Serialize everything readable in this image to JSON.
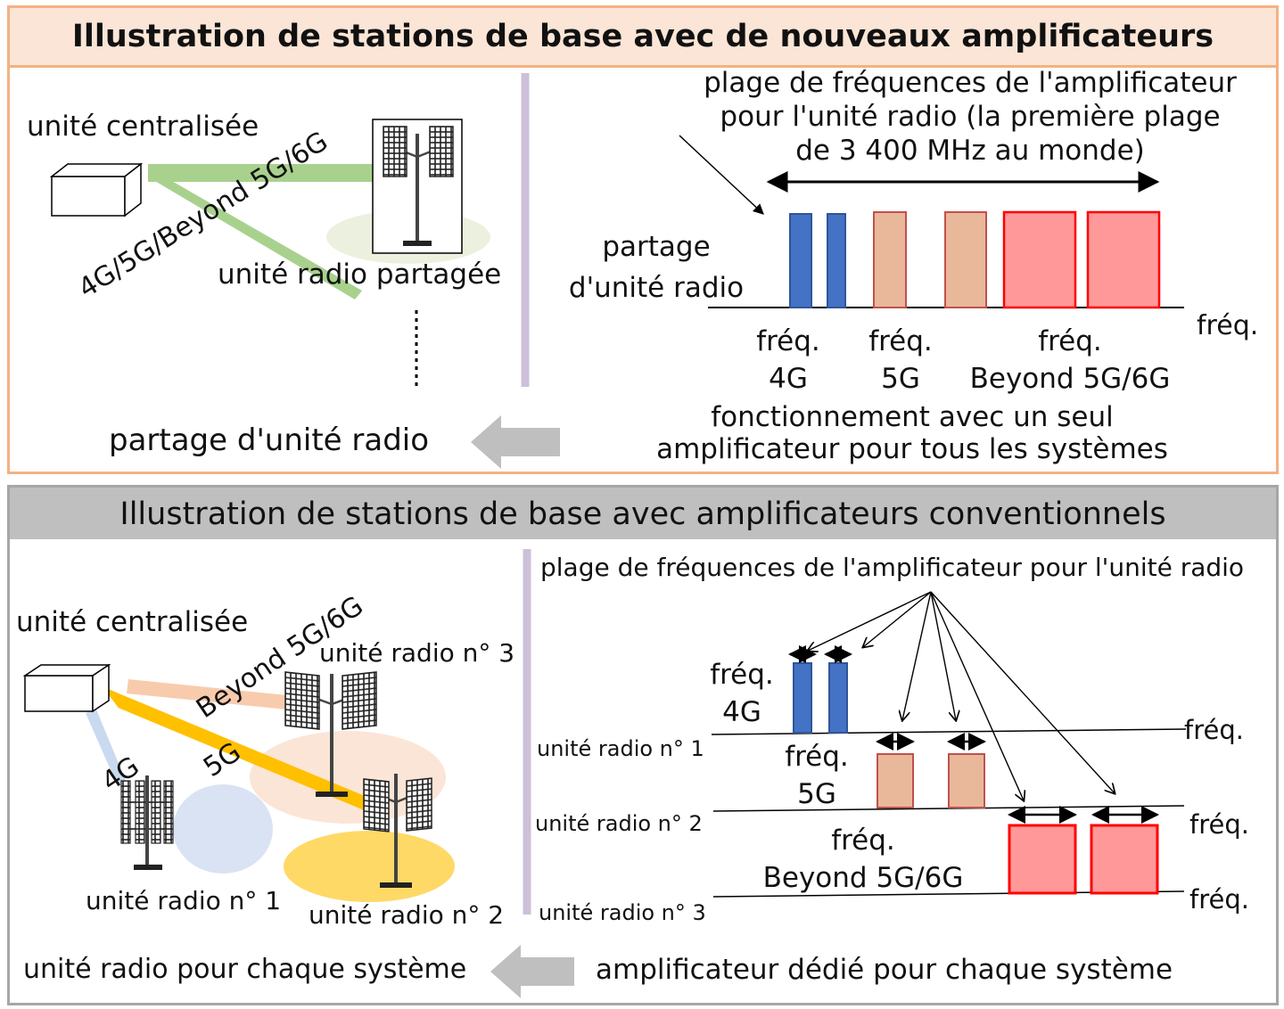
{
  "top": {
    "title": "Illustration de stations de base avec de nouveaux amplificateurs",
    "central_unit": "unité centralisée",
    "link_label": "4G/5G/Beyond 5G/6G",
    "shared_radio_unit": "unité radio partagée",
    "range_caption": [
      "plage de fréquences de l'amplificateur",
      "pour l'unité radio (la première plage",
      "de 3 400 MHz au monde)"
    ],
    "sharing_label": [
      "partage",
      "d'unité radio"
    ],
    "freq_axis": "fréq.",
    "band_4g": [
      "fréq.",
      "4G"
    ],
    "band_5g": [
      "fréq.",
      "5G"
    ],
    "band_b5g": [
      "fréq.",
      "Beyond 5G/6G"
    ],
    "single_amp": [
      "fonctionnement avec un seul",
      "amplificateur pour tous les systèmes"
    ],
    "result": "partage d'unité radio"
  },
  "bottom": {
    "title": "Illustration de stations de base avec amplificateurs conventionnels",
    "central_unit": "unité centralisée",
    "link_b5g": "Beyond 5G/6G",
    "link_5g": "5G",
    "link_4g": "4G",
    "ru3": "unité radio n° 3",
    "ru1": "unité radio n° 1",
    "ru2": "unité radio n° 2",
    "range_caption": "plage de fréquences de l'amplificateur pour l'unité radio",
    "band_4g": [
      "fréq.",
      "4G"
    ],
    "band_5g": [
      "fréq.",
      "5G"
    ],
    "band_b5g": [
      "fréq.",
      "Beyond 5G/6G"
    ],
    "row1": "unité radio n° 1",
    "row2": "unité radio n° 2",
    "row3": "unité radio n° 3",
    "freq_axis": "fréq.",
    "result_left": "unité radio pour chaque système",
    "result_right": "amplificateur dédié pour chaque système"
  },
  "colors": {
    "band_4g_fill": "#4472c4",
    "band_4g_stroke": "#2f5597",
    "band_5g_fill": "#e9b89a",
    "band_5g_stroke": "#c0504d",
    "band_b5g_fill": "#ff9999",
    "band_b5g_stroke": "#ff0000",
    "link_green": "#a9d18e",
    "link_orange": "#ffc000",
    "link_peach": "#f8cbad",
    "link_blue": "#c9daf0"
  }
}
